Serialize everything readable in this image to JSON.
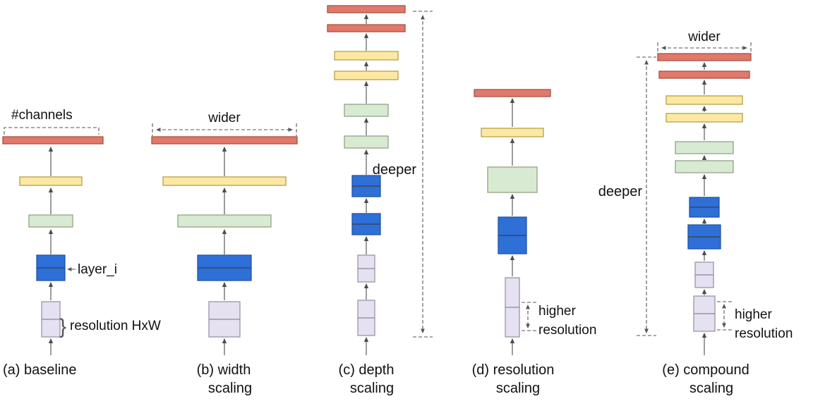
{
  "panels": {
    "a": {
      "caption": "(a) baseline"
    },
    "b": {
      "caption": "(b) width",
      "caption2": "scaling"
    },
    "c": {
      "caption": "(c) depth",
      "caption2": "scaling"
    },
    "d": {
      "caption": "(d) resolution",
      "caption2": "scaling"
    },
    "e": {
      "caption": "(e) compound",
      "caption2": "scaling"
    }
  },
  "annotations": {
    "a_channels": "#channels",
    "a_layer": "layer_i",
    "a_brace": "}",
    "a_resolution": "resolution HxW",
    "b_wider": "wider",
    "c_deeper": "deeper",
    "d_higher_1": "higher",
    "d_higher_2": "resolution",
    "e_wider": "wider",
    "e_deeper": "deeper",
    "e_higher_1": "higher",
    "e_higher_2": "resolution"
  },
  "palette": {
    "bar-red-fill": "#E0796B",
    "bar-red-stroke": "#A8503F",
    "bar-yellow-fill": "#FCE8A2",
    "bar-yellow-stroke": "#B5A049",
    "bar-green-fill": "#D9EAD3",
    "bar-green-stroke": "#8FA584",
    "bar-blue-fill": "#2E6FD8",
    "bar-blue-stroke": "#2255A4",
    "bar-purple-fill": "#E6E1F0",
    "bar-purple-stroke": "#9A94A8",
    "divider-blue": "#3A4660",
    "divider-purple": "#8C8696",
    "arrow": "#4D4D4D",
    "annotation": "#555555",
    "text": "#111111"
  }
}
